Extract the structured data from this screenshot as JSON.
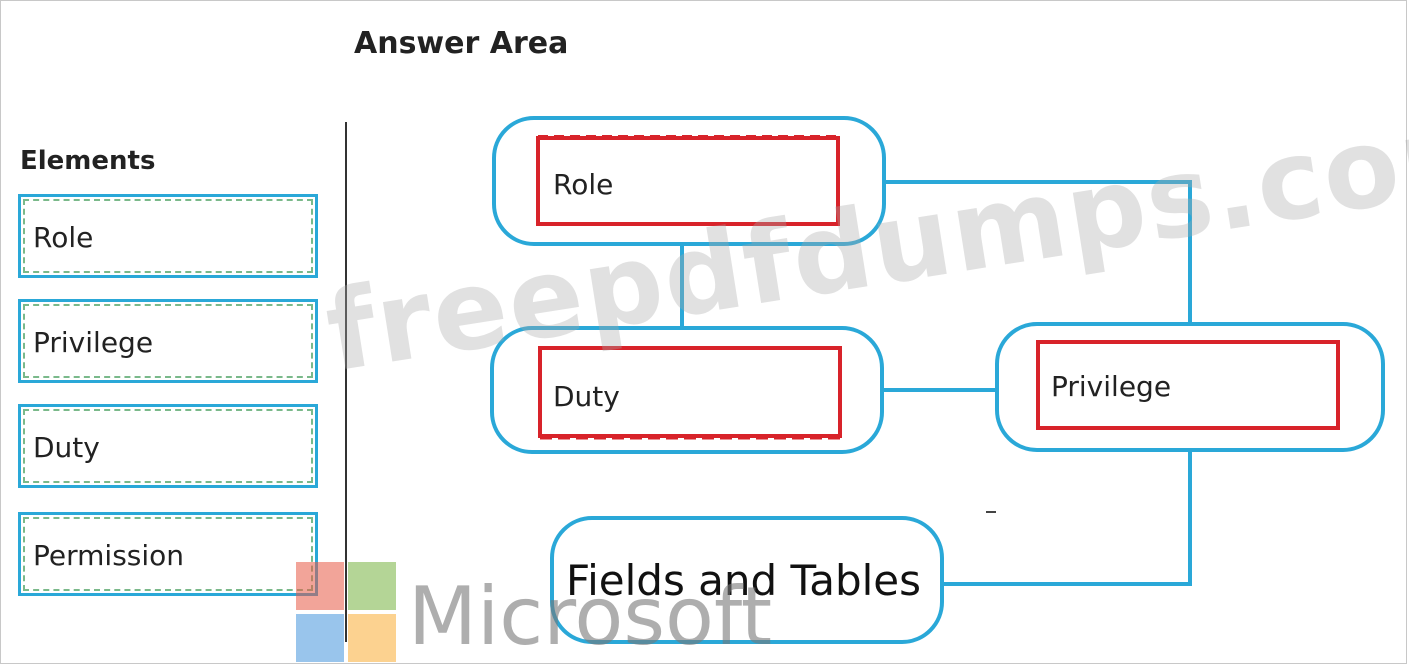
{
  "answer_area": {
    "title": "Answer Area"
  },
  "elements_panel": {
    "title": "Elements",
    "items": [
      {
        "label": "Role"
      },
      {
        "label": "Privilege"
      },
      {
        "label": "Duty"
      },
      {
        "label": "Permission"
      }
    ]
  },
  "diagram": {
    "nodes": {
      "role": {
        "label": "Role"
      },
      "duty": {
        "label": "Duty"
      },
      "privilege": {
        "label": "Privilege"
      },
      "fields_tables": {
        "label": "Fields and Tables"
      }
    },
    "colors": {
      "container_stroke": "#2aa8d8",
      "answer_box_stroke": "#d8232a",
      "element_dash": "#7ab98a"
    }
  },
  "watermarks": {
    "site": "freepdfdumps.com",
    "brand": "Microsoft"
  }
}
